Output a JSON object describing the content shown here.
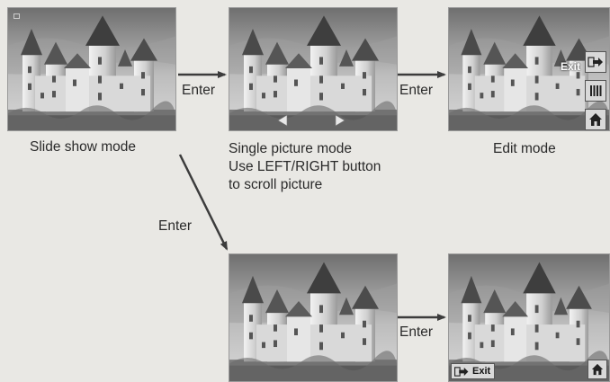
{
  "labels": {
    "slideshow": "Slide show mode",
    "single_line1": "Single picture mode",
    "single_line2": "Use LEFT/RIGHT button",
    "single_line3": "to scroll picture",
    "edit": "Edit mode"
  },
  "transitions": {
    "enter1": "Enter",
    "enter2": "Enter",
    "enter3": "Enter",
    "enter4": "Enter"
  },
  "buttons": {
    "exit_top": "Exit",
    "exit_bottom": "Exit"
  },
  "icons": {
    "exit": "exit-arrow-icon",
    "grid": "grid-icon",
    "home": "home-icon",
    "left": "left-arrow-icon",
    "right": "right-arrow-icon"
  }
}
